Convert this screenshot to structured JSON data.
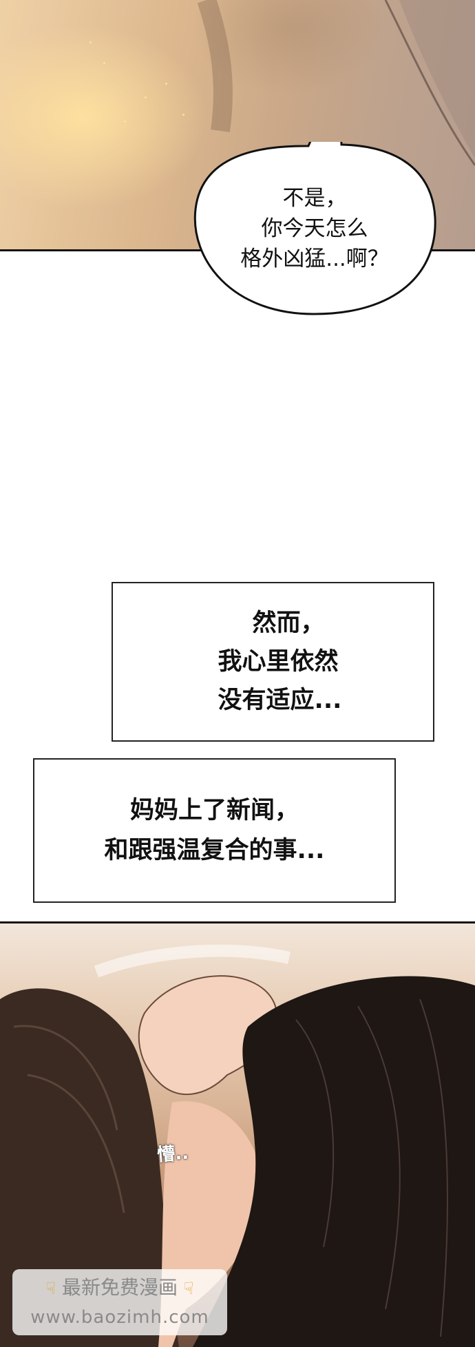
{
  "speech_bubble": {
    "lines": [
      "不是，",
      "你今天怎么",
      "格外凶猛...啊？"
    ]
  },
  "narration_1": {
    "lines": [
      "然而，",
      "我心里依然",
      "没有适应..."
    ]
  },
  "narration_2": {
    "lines": [
      "妈妈上了新闻，",
      "和跟强温复合的事..."
    ]
  },
  "sfx": {
    "text": "懵.."
  },
  "watermark": {
    "title": "最新免费漫画",
    "url": "www.baozimh.com",
    "icon": "pointing-down-hand-icon"
  }
}
